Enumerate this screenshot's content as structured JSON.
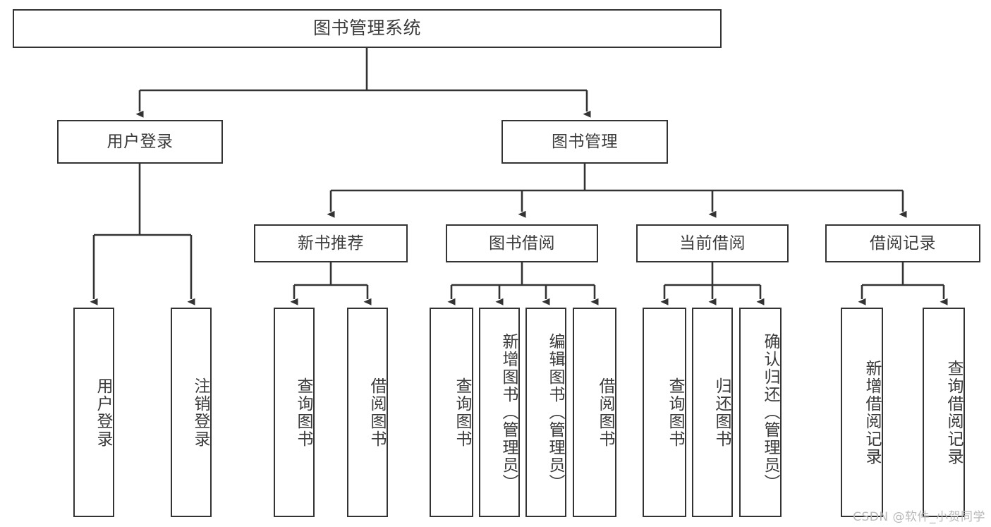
{
  "diagram": {
    "title": "图书管理系统",
    "type": "functional-structure-tree",
    "colors": {
      "box_border": "#333333",
      "box_fill": "#ffffff",
      "text": "#3a3a3a",
      "edge": "#333333",
      "watermark": "#b9b9b9"
    },
    "root": {
      "label": "图书管理系统"
    },
    "level2": [
      {
        "id": "user-login",
        "label": "用户登录"
      },
      {
        "id": "book-management",
        "label": "图书管理"
      }
    ],
    "level3": [
      {
        "id": "new-book-recommend",
        "label": "新书推荐"
      },
      {
        "id": "book-borrow",
        "label": "图书借阅"
      },
      {
        "id": "current-borrow",
        "label": "当前借阅"
      },
      {
        "id": "borrow-record",
        "label": "借阅记录"
      }
    ],
    "leaves": {
      "user_login": [
        {
          "id": "leaf-user-login",
          "label": "用户登录"
        },
        {
          "id": "leaf-logout-login",
          "label": "注销登录"
        }
      ],
      "new_book_recommend": [
        {
          "id": "leaf-query-book-1",
          "label": "查询图书"
        },
        {
          "id": "leaf-borrow-book-1",
          "label": "借阅图书"
        }
      ],
      "book_borrow": [
        {
          "id": "leaf-query-book-2",
          "label": "查询图书"
        },
        {
          "id": "leaf-add-book",
          "label": "新增图书（管理员）"
        },
        {
          "id": "leaf-edit-book",
          "label": "编辑图书（管理员）"
        },
        {
          "id": "leaf-borrow-book-2",
          "label": "借阅图书"
        }
      ],
      "current_borrow": [
        {
          "id": "leaf-query-book-3",
          "label": "查询图书"
        },
        {
          "id": "leaf-return-book",
          "label": "归还图书"
        },
        {
          "id": "leaf-confirm-return",
          "label": "确认归还（管理员）"
        }
      ],
      "borrow_record": [
        {
          "id": "leaf-add-record",
          "label": "新增借阅记录"
        },
        {
          "id": "leaf-query-record",
          "label": "查询借阅记录"
        }
      ]
    }
  },
  "watermark": {
    "text": "CSDN @软件_小贺同学"
  }
}
